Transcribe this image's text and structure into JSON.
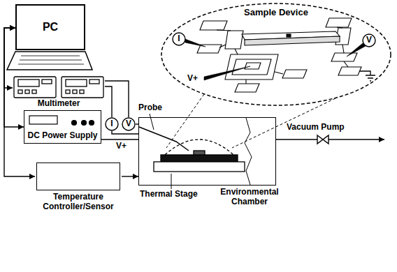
{
  "diagram": {
    "nodes": [
      {
        "text": [
          "PC"
        ]
      },
      {
        "text": [
          "Sample Device"
        ]
      },
      {
        "text": [
          "I"
        ],
        "in": 1
      },
      {
        "text": [
          "V"
        ],
        "in": 1
      },
      {
        "text": [
          "Multimeter"
        ]
      },
      {
        "text": [
          "DC Power Supply"
        ]
      },
      {
        "text": [
          "I"
        ]
      },
      {
        "text": [
          "V"
        ]
      },
      {
        "text": [
          "Environmental Chamber"
        ]
      },
      {
        "text": [
          "Temperature Controller/Sensor"
        ]
      }
    ],
    "edges": [
      {
        "from": 0,
        "to": 4,
        "arrow": "both"
      },
      {
        "from": 0,
        "to": 5,
        "arrow": "both"
      },
      {
        "from": 0,
        "to": 9,
        "arrow": "both"
      },
      {
        "from": 4,
        "to": 6,
        "arrow": "none"
      },
      {
        "from": 4,
        "to": 7,
        "arrow": "none"
      },
      {
        "from": 6,
        "to": 8,
        "arrow": "none"
      },
      {
        "from": 7,
        "to": 8,
        "arrow": "none"
      },
      {
        "from": 5,
        "to": 8,
        "label": "V+",
        "arrow": "none"
      },
      {
        "from": 9,
        "to": 8,
        "arrow": "to"
      }
    ],
    "labels": [
      "Probe",
      "V+",
      "Thermal Stage",
      "Vacuum Pump"
    ]
  }
}
